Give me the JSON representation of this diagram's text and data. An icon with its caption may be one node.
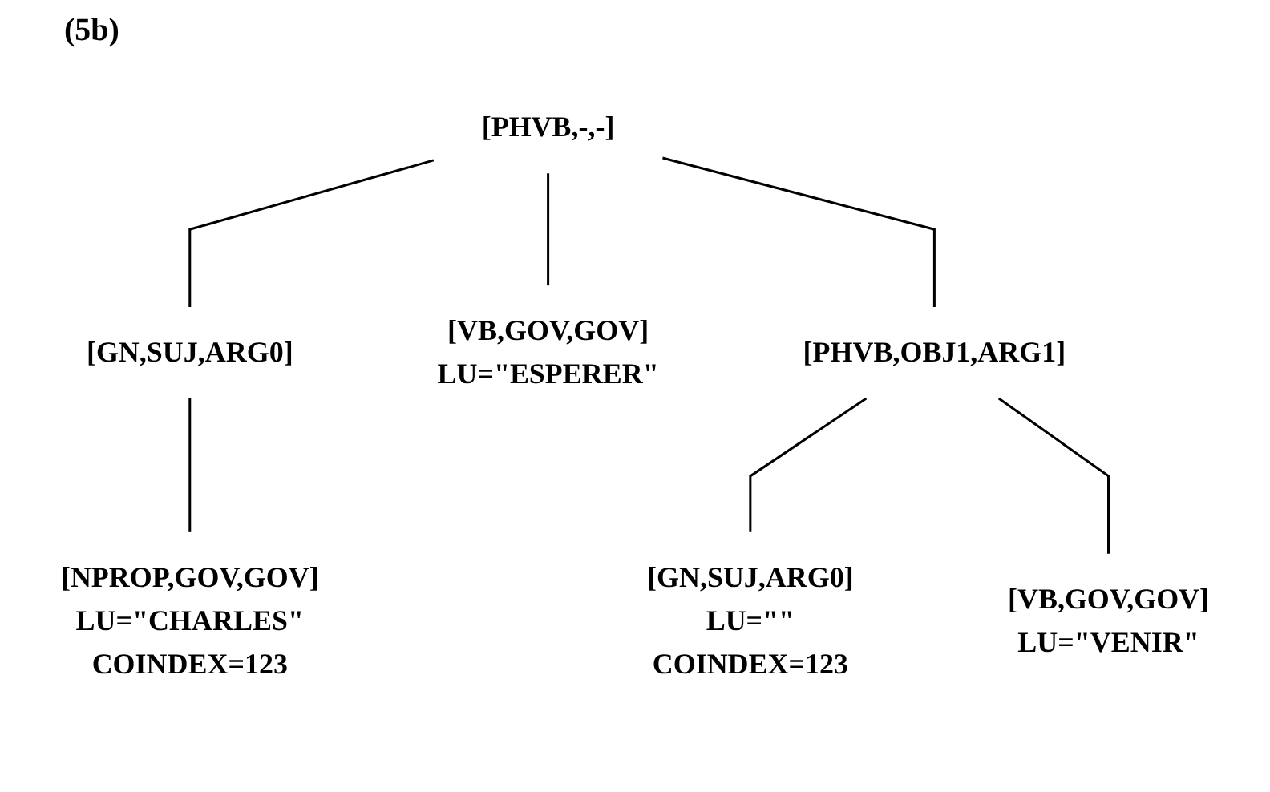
{
  "diagram": {
    "nodes": [
      {
        "text": [
          "[PHVB,-,-]"
        ]
      },
      {
        "text": [
          "[GN,SUJ,ARG0]"
        ]
      },
      {
        "text": [
          "[VB,GOV,GOV]",
          "LU=\"ESPERER\""
        ]
      },
      {
        "text": [
          "[PHVB,OBJ1,ARG1]"
        ]
      },
      {
        "text": [
          "[NPROP,GOV,GOV]",
          "LU=\"CHARLES\"",
          "COINDEX=123"
        ]
      },
      {
        "text": [
          "[GN,SUJ,ARG0]",
          "LU=\"\"",
          "COINDEX=123"
        ]
      },
      {
        "text": [
          "[VB,GOV,GOV]",
          "LU=\"VENIR\""
        ]
      }
    ],
    "edges": [
      {
        "from": 0,
        "to": 1,
        "arrow": "none"
      },
      {
        "from": 0,
        "to": 2,
        "arrow": "none"
      },
      {
        "from": 0,
        "to": 3,
        "arrow": "none"
      },
      {
        "from": 1,
        "to": 4,
        "arrow": "none"
      },
      {
        "from": 3,
        "to": 5,
        "arrow": "none"
      },
      {
        "from": 3,
        "to": 6,
        "arrow": "none"
      }
    ],
    "labels": [
      "(5b)"
    ]
  }
}
